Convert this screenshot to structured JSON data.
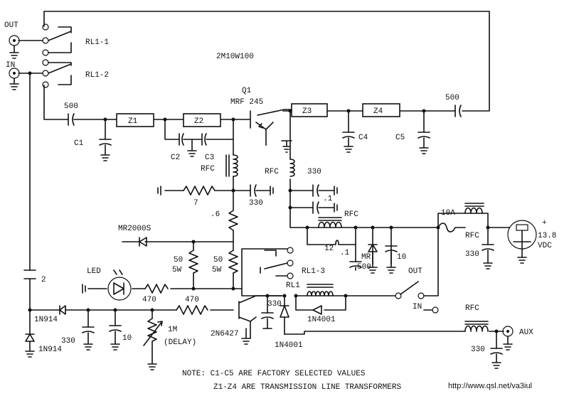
{
  "diagram": {
    "model": "2M10W100",
    "labels": {
      "out_connector": "OUT",
      "in_connector": "IN",
      "relay1": "RL1-1",
      "relay2": "RL1-2",
      "relay3": "RL1-3",
      "relay_coil": "RL1",
      "q1_ref": "Q1",
      "q1_part": "MRF 245",
      "z1": "Z1",
      "z2": "Z2",
      "z3": "Z3",
      "z4": "Z4",
      "c1": "C1",
      "c2": "C2",
      "c3": "C3",
      "c4": "C4",
      "c5": "C5",
      "cap_in": "500",
      "cap_out": "500",
      "rfc_a": "RFC",
      "rfc_b": "RFC",
      "rfc_c": "RFC",
      "rfc_d": "RFC",
      "rfc_e": "RFC",
      "cap_330_a": "330",
      "cap_point1": ".1",
      "r7": "7",
      "cap_330_b": "330",
      "r_point6": ".6",
      "diode_mr2000s": "MR2000S",
      "r50a_val": "50",
      "r50a_watt": "5W",
      "r50b_val": "50",
      "r50b_watt": "5W",
      "led": "LED",
      "r470_a": "470",
      "r470_b": "470",
      "cap_2": "2",
      "d_1n914_a": "1N914",
      "d_1n914_b": "1N914",
      "cap_330_c": "330",
      "cap_10_a": "10",
      "pot_1m": "1M",
      "delay": "(DELAY)",
      "q2_part": "2N6427",
      "cap_330_d": "330",
      "d_1n4001_a": "1N4001",
      "d_1n4001_b": "1N4001",
      "fuse": "10A",
      "cap_330_e": "330",
      "cap_12": "12",
      "cap_point1_b": ".1",
      "mr500_a": "MR",
      "mr500_b": "500",
      "cap_10_b": "10",
      "plus_sign": "+",
      "vdc_value": "13.8",
      "vdc_unit": "VDC",
      "sw_out": "OUT",
      "sw_in": "IN",
      "aux": "AUX",
      "cap_330_f": "330"
    },
    "note_line1": "NOTE: C1-C5 ARE FACTORY SELECTED VALUES",
    "note_line2": "Z1-Z4 ARE TRANSMISSION LINE TRANSFORMERS",
    "watermark_url": "http://www.qsl.net/va3iul"
  }
}
